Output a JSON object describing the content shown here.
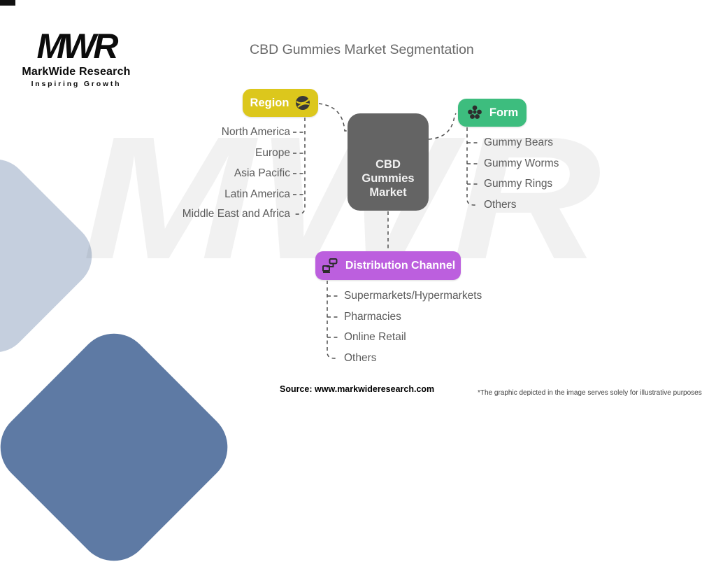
{
  "logo": {
    "mark": "MWR",
    "name": "MarkWide Research",
    "tagline": "Inspiring Growth"
  },
  "title": "CBD Gummies Market Segmentation",
  "watermark": "MWR",
  "center_node": {
    "label": "CBD Gummies Market",
    "color": "#646464"
  },
  "segments": [
    {
      "name": "Region",
      "icon": "globe-icon",
      "color": "#dcc71c",
      "items": [
        "North America",
        "Europe",
        "Asia Pacific",
        "Latin America",
        "Middle East and Africa"
      ]
    },
    {
      "name": "Form",
      "icon": "gummy-cluster-icon",
      "color": "#3dbd7e",
      "items": [
        "Gummy Bears",
        "Gummy Worms",
        "Gummy Rings",
        "Others"
      ]
    },
    {
      "name": "Distribution Channel",
      "icon": "delivery-cart-icon",
      "color": "#bc5fde",
      "items": [
        "Supermarkets/Hypermarkets",
        "Pharmacies",
        "Online Retail",
        "Others"
      ]
    }
  ],
  "footer": {
    "source": "Source: www.markwideresearch.com",
    "disclaimer": "*The graphic depicted in the image serves solely for illustrative purposes"
  }
}
